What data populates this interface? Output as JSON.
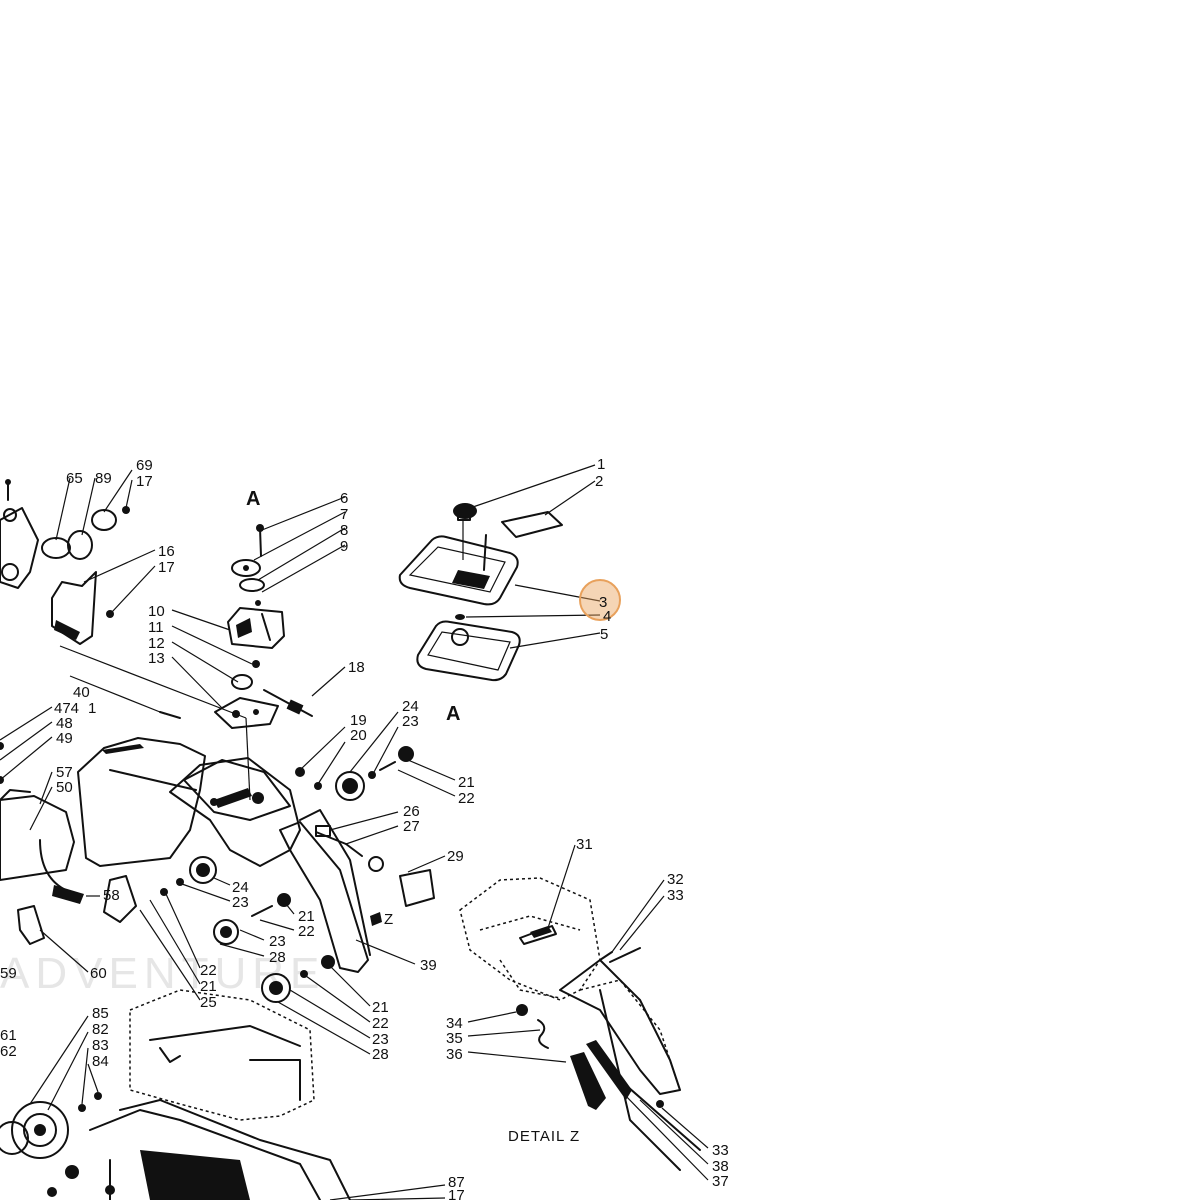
{
  "watermark": "ADVENTURE",
  "detail_caption": "DETAIL Z",
  "section_letters": {
    "top": "A",
    "bottom": "A",
    "z": "Z"
  },
  "highlight": {
    "label": "3",
    "color": "#e8a15c"
  },
  "labels": {
    "l65": "65",
    "l89": "89",
    "l69": "69",
    "l17a": "17",
    "l6": "6",
    "l7": "7",
    "l8": "8",
    "l9": "9",
    "l1": "1",
    "l2": "2",
    "l3": "3",
    "l4": "4",
    "l5": "5",
    "l16": "16",
    "l17b": "17",
    "l10": "10",
    "l11": "11",
    "l12": "12",
    "l13": "13",
    "l18": "18",
    "l40": "40",
    "l474": "474",
    "l41": "1",
    "l48": "48",
    "l49": "49",
    "l19": "19",
    "l20": "20",
    "l24a": "24",
    "l23a": "23",
    "l21a": "21",
    "l22a": "22",
    "l57": "57",
    "l50": "50",
    "l26": "26",
    "l27": "27",
    "l29": "29",
    "l58": "58",
    "l24b": "24",
    "l23b": "23",
    "l21b": "21",
    "l22b": "22",
    "l23c": "23",
    "l28a": "28",
    "l39": "39",
    "l59": "59",
    "l60": "60",
    "l22c": "22",
    "l21c": "21",
    "l25": "25",
    "l21d": "21",
    "l22d": "22",
    "l23d": "23",
    "l28b": "28",
    "l61": "61",
    "l62": "62",
    "l85": "85",
    "l82": "82",
    "l83": "83",
    "l84": "84",
    "l31": "31",
    "l32": "32",
    "l33a": "33",
    "l34": "34",
    "l35": "35",
    "l36": "36",
    "l33b": "33",
    "l38": "38",
    "l37": "37",
    "l87": "87",
    "l17c": "17"
  }
}
